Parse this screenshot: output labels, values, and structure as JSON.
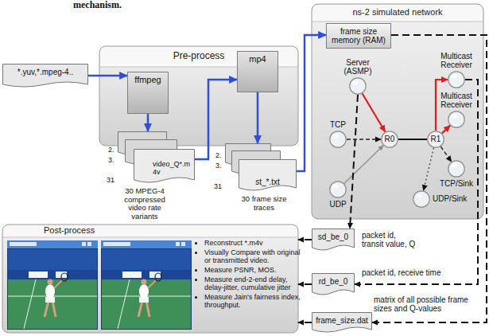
{
  "diagram": {
    "nodes": [
      {
        "text": [
          "Pre-process"
        ]
      },
      {
        "text": [
          "ffmpeg"
        ],
        "in": 0
      },
      {
        "text": [
          "mp4"
        ],
        "in": 0
      },
      {
        "text": [
          "*.yuv,*.mpeg-4.."
        ]
      },
      {
        "text": [
          "video_Q*.m4v"
        ]
      },
      {
        "text": [
          "st_*.txt"
        ]
      },
      {
        "text": [
          "ns-2 simulated network"
        ]
      },
      {
        "text": [
          "frame size memory (RAM)"
        ],
        "in": 6
      },
      {
        "text": [
          "Server (ASMP)"
        ],
        "in": 6
      },
      {
        "text": [
          "TCP"
        ],
        "in": 6
      },
      {
        "text": [
          "UDP"
        ],
        "in": 6
      },
      {
        "text": [
          "R0"
        ],
        "in": 6
      },
      {
        "text": [
          "R1"
        ],
        "in": 6
      },
      {
        "text": [
          "Multicast Receiver"
        ],
        "in": 6
      },
      {
        "text": [
          "Multicast Receiver"
        ],
        "in": 6
      },
      {
        "text": [
          "TCP/Sink"
        ],
        "in": 6
      },
      {
        "text": [
          "UDP/Sink"
        ],
        "in": 6
      },
      {
        "text": [
          "Post-process",
          "Reconstruct *.m4v",
          "Visually Compare with original or transmitted video.",
          "Measure PSNR, MOS.",
          "Measure end-2-end delay, delay-jitter, cumulative jitter",
          "Measure Jain's fairness index, throughput."
        ]
      },
      {
        "text": [
          "sd_be_0"
        ]
      },
      {
        "text": [
          "rd_be_0"
        ]
      },
      {
        "text": [
          "frame_size.dat"
        ]
      }
    ],
    "edges": [
      {
        "from": 3,
        "to": 1,
        "arrow": "to"
      },
      {
        "from": 1,
        "to": 4,
        "arrow": "to"
      },
      {
        "from": 4,
        "to": 2,
        "arrow": "to"
      },
      {
        "from": 2,
        "to": 5,
        "arrow": "to"
      },
      {
        "from": 5,
        "to": 7,
        "arrow": "to"
      },
      {
        "from": 8,
        "to": 11,
        "arrow": "to"
      },
      {
        "from": 9,
        "to": 11,
        "arrow": "to"
      },
      {
        "from": 10,
        "to": 11,
        "arrow": "to"
      },
      {
        "from": 11,
        "to": 12,
        "arrow": "none"
      },
      {
        "from": 12,
        "to": 13,
        "arrow": "to"
      },
      {
        "from": 12,
        "to": 14,
        "arrow": "to"
      },
      {
        "from": 12,
        "to": 15,
        "arrow": "to"
      },
      {
        "from": 12,
        "to": 16,
        "arrow": "to"
      },
      {
        "from": 8,
        "to": 18,
        "arrow": "to"
      },
      {
        "from": 13,
        "to": 19,
        "arrow": "to"
      },
      {
        "from": 7,
        "to": 20,
        "arrow": "to"
      },
      {
        "from": 18,
        "to": 17,
        "arrow": "to"
      },
      {
        "from": 19,
        "to": 17,
        "arrow": "to"
      },
      {
        "from": 20,
        "to": 17,
        "arrow": "to"
      }
    ],
    "labels": [
      "mechanism.",
      "2.",
      "3.",
      "31",
      "30 MPEG-4 compressed video rate variants",
      "2.",
      "3.",
      "31",
      "30 frame size traces",
      "packet id, transit value, Q",
      "packet id, receive time",
      "matrix of all possible frame sizes and Q-values"
    ]
  }
}
